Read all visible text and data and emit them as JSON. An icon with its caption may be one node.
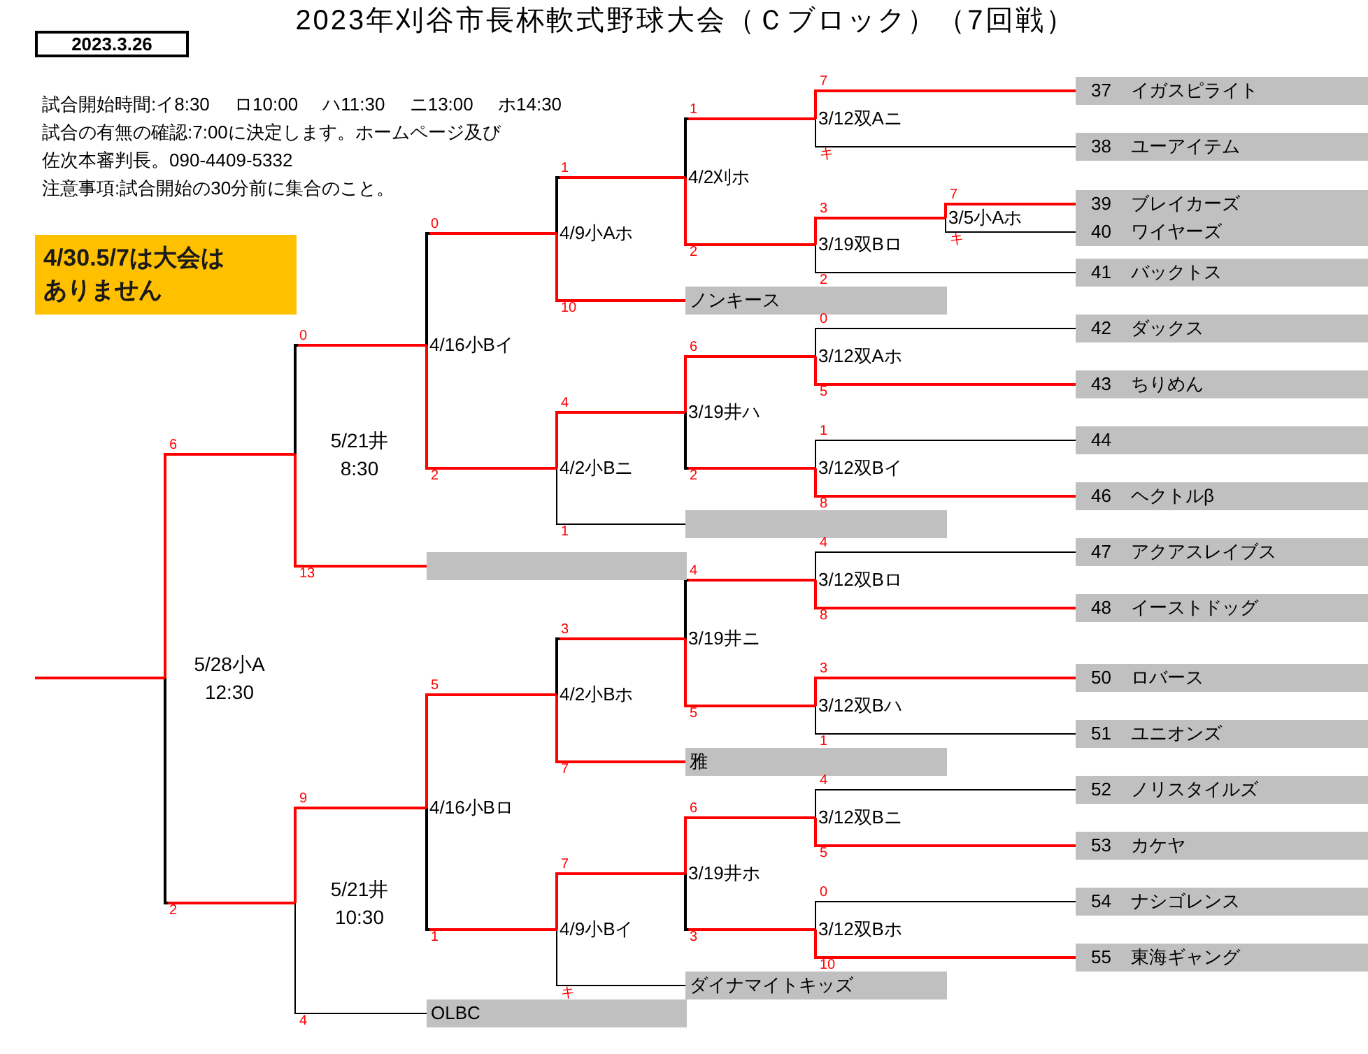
{
  "diagram": {
    "title": "2023年刈谷市長杯軟式野球大会（Ｃブロック）（7回戦）",
    "nodes": [
      {
        "text": [
          "2023.3.26"
        ]
      },
      {
        "text": [
          "4/30.5/7は大会はありません"
        ]
      },
      {
        "text": [
          "37",
          "イガスピライト"
        ]
      },
      {
        "text": [
          "38",
          "ユーアイテム"
        ]
      },
      {
        "text": [
          "39",
          "ブレイカーズ"
        ]
      },
      {
        "text": [
          "40",
          "ワイヤーズ"
        ]
      },
      {
        "text": [
          "41",
          "バックトス"
        ]
      },
      {
        "text": [
          "42",
          "ダックス"
        ]
      },
      {
        "text": [
          "43",
          "ちりめん"
        ]
      },
      {
        "text": [
          "44"
        ]
      },
      {
        "text": [
          "46",
          "ヘクトルβ"
        ]
      },
      {
        "text": [
          "47",
          "アクアスレイブス"
        ]
      },
      {
        "text": [
          "48",
          "イーストドッグ"
        ]
      },
      {
        "text": [
          "50",
          "ロバース"
        ]
      },
      {
        "text": [
          "51",
          "ユニオンズ"
        ]
      },
      {
        "text": [
          "52",
          "ノリスタイルズ"
        ]
      },
      {
        "text": [
          "53",
          "カケヤ"
        ]
      },
      {
        "text": [
          "54",
          "ナシゴレンス"
        ]
      },
      {
        "text": [
          "55",
          "東海ギャング"
        ]
      },
      {
        "text": [
          "ノンキース"
        ]
      },
      {
        "text": [],
        "shape": "bar"
      },
      {
        "text": [
          "雅"
        ]
      },
      {
        "text": [
          "ダイナマイトキッズ"
        ]
      },
      {
        "text": [],
        "shape": "bar"
      },
      {
        "text": [
          "OLBC"
        ]
      },
      {
        "text": [
          "3/12双Aニ"
        ]
      },
      {
        "text": [
          "3/5小Aホ"
        ]
      },
      {
        "text": [
          "3/19双Bロ"
        ]
      },
      {
        "text": [
          "4/2刈ホ"
        ]
      },
      {
        "text": [
          "4/9小Aホ"
        ]
      },
      {
        "text": [
          "3/12双Aホ"
        ]
      },
      {
        "text": [
          "3/12双Bイ"
        ]
      },
      {
        "text": [
          "3/19井ハ"
        ]
      },
      {
        "text": [
          "4/2小Bニ"
        ]
      },
      {
        "text": [
          "4/16小Bイ"
        ]
      },
      {
        "text": [
          "5/21井 8:30"
        ]
      },
      {
        "text": [
          "3/12双Bロ"
        ]
      },
      {
        "text": [
          "3/12双Bハ"
        ]
      },
      {
        "text": [
          "3/19井ニ"
        ]
      },
      {
        "text": [
          "4/2小Bホ"
        ]
      },
      {
        "text": [
          "3/12双Bニ"
        ]
      },
      {
        "text": [
          "3/12双Bホ"
        ]
      },
      {
        "text": [
          "3/19井ホ"
        ]
      },
      {
        "text": [
          "4/9小Bイ"
        ]
      },
      {
        "text": [
          "4/16小Bロ"
        ]
      },
      {
        "text": [
          "5/21井 10:30"
        ]
      },
      {
        "text": [
          "5/28小A 12:30"
        ]
      }
    ],
    "edges": [
      {
        "from": 2,
        "to": 25,
        "arrow": "none",
        "label": "7"
      },
      {
        "from": 3,
        "to": 25,
        "arrow": "none",
        "label": "キ",
        "color": "#000000"
      },
      {
        "from": 4,
        "to": 26,
        "arrow": "none",
        "label": "7"
      },
      {
        "from": 5,
        "to": 26,
        "arrow": "none",
        "label": "キ",
        "color": "#000000"
      },
      {
        "from": 26,
        "to": 27,
        "arrow": "none",
        "label": "3"
      },
      {
        "from": 6,
        "to": 27,
        "arrow": "none",
        "label": "2",
        "color": "#000000"
      },
      {
        "from": 25,
        "to": 28,
        "arrow": "none",
        "label": "1"
      },
      {
        "from": 27,
        "to": 28,
        "arrow": "none",
        "label": "2"
      },
      {
        "from": 28,
        "to": 29,
        "arrow": "none",
        "label": "1"
      },
      {
        "from": 19,
        "to": 29,
        "arrow": "none",
        "label": "10"
      },
      {
        "from": 7,
        "to": 30,
        "arrow": "none",
        "label": "0",
        "color": "#000000"
      },
      {
        "from": 8,
        "to": 30,
        "arrow": "none",
        "label": "5"
      },
      {
        "from": 9,
        "to": 31,
        "arrow": "none",
        "label": "1",
        "color": "#000000"
      },
      {
        "from": 10,
        "to": 31,
        "arrow": "none",
        "label": "8"
      },
      {
        "from": 30,
        "to": 32,
        "arrow": "none",
        "label": "6"
      },
      {
        "from": 31,
        "to": 32,
        "arrow": "none",
        "label": "2"
      },
      {
        "from": 32,
        "to": 33,
        "arrow": "none",
        "label": "4"
      },
      {
        "from": 20,
        "to": 33,
        "arrow": "none",
        "label": "1",
        "color": "#000000"
      },
      {
        "from": 29,
        "to": 34,
        "arrow": "none",
        "label": "0"
      },
      {
        "from": 33,
        "to": 34,
        "arrow": "none",
        "label": "2"
      },
      {
        "from": 34,
        "to": 35,
        "arrow": "none",
        "label": "0"
      },
      {
        "from": 23,
        "to": 35,
        "arrow": "none",
        "label": "13"
      },
      {
        "from": 11,
        "to": 36,
        "arrow": "none",
        "label": "4",
        "color": "#000000"
      },
      {
        "from": 12,
        "to": 36,
        "arrow": "none",
        "label": "8"
      },
      {
        "from": 13,
        "to": 37,
        "arrow": "none",
        "label": "3"
      },
      {
        "from": 14,
        "to": 37,
        "arrow": "none",
        "label": "1",
        "color": "#000000"
      },
      {
        "from": 36,
        "to": 38,
        "arrow": "none",
        "label": "4"
      },
      {
        "from": 37,
        "to": 38,
        "arrow": "none",
        "label": "5"
      },
      {
        "from": 38,
        "to": 39,
        "arrow": "none",
        "label": "3"
      },
      {
        "from": 21,
        "to": 39,
        "arrow": "none",
        "label": "7"
      },
      {
        "from": 15,
        "to": 40,
        "arrow": "none",
        "label": "4",
        "color": "#000000"
      },
      {
        "from": 16,
        "to": 40,
        "arrow": "none",
        "label": "5"
      },
      {
        "from": 17,
        "to": 41,
        "arrow": "none",
        "label": "0",
        "color": "#000000"
      },
      {
        "from": 18,
        "to": 41,
        "arrow": "none",
        "label": "10"
      },
      {
        "from": 40,
        "to": 42,
        "arrow": "none",
        "label": "6"
      },
      {
        "from": 41,
        "to": 42,
        "arrow": "none",
        "label": "3"
      },
      {
        "from": 42,
        "to": 43,
        "arrow": "none",
        "label": "7"
      },
      {
        "from": 22,
        "to": 43,
        "arrow": "none",
        "label": "キ",
        "color": "#000000"
      },
      {
        "from": 39,
        "to": 44,
        "arrow": "none",
        "label": "5"
      },
      {
        "from": 43,
        "to": 44,
        "arrow": "none",
        "label": "1"
      },
      {
        "from": 44,
        "to": 45,
        "arrow": "none",
        "label": "9"
      },
      {
        "from": 24,
        "to": 45,
        "arrow": "none",
        "label": "4",
        "color": "#000000"
      },
      {
        "from": 35,
        "to": 46,
        "arrow": "none",
        "label": "6"
      },
      {
        "from": 45,
        "to": 46,
        "arrow": "none",
        "label": "2"
      },
      {
        "from": 46,
        "to": null,
        "arrow": "none"
      }
    ],
    "labels": [
      "試合開始時間:イ8:30 ロ10:00 ハ11:30 ニ13:00 ホ14:30",
      "試合の有無の確認:7:00に決定します。ホームページ及び佐次本審判長。090-4409-5332",
      "注意事項:試合開始の30分前に集合のこと。"
    ]
  }
}
